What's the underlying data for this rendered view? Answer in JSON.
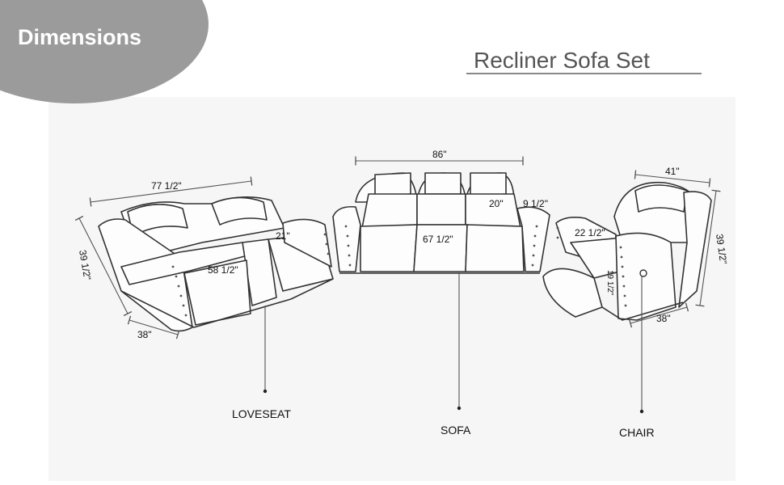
{
  "badge": {
    "text": "Dimensions",
    "color": "#9b9b9b"
  },
  "title": {
    "text": "Recliner Sofa Set"
  },
  "loveseat": {
    "name": "LOVESEAT",
    "width": "77 1/2\"",
    "depth": "38\"",
    "height": "39 1/2\"",
    "seat_width": "58 1/2\"",
    "arm_height": "21\""
  },
  "sofa": {
    "name": "SOFA",
    "width": "86\"",
    "seat_width": "67 1/2\"",
    "seat_depth": "20\"",
    "arm_width": "9 1/2\""
  },
  "chair": {
    "name": "CHAIR",
    "width": "41\"",
    "depth": "38\"",
    "height": "39 1/2\"",
    "seat_width": "22 1/2\"",
    "seat_height": "19 1/2\""
  },
  "icons": {
    "furniture": "recliner-sofa-line-drawing"
  }
}
